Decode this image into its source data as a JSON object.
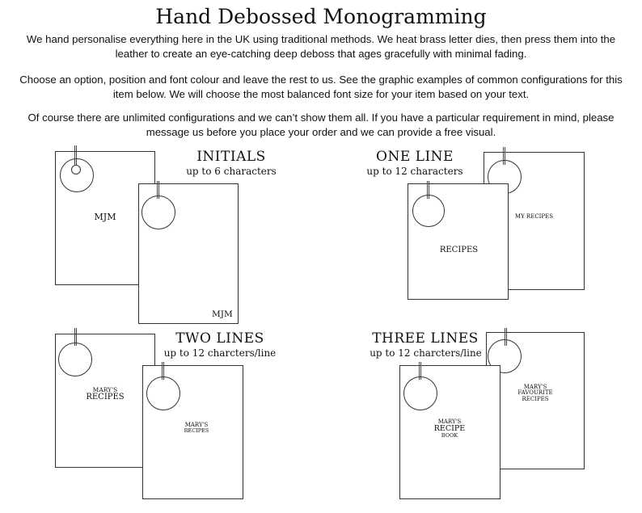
{
  "header": {
    "title": "Hand Debossed Monogramming",
    "para1": "We hand personalise everything here in the UK using traditional methods. We heat brass letter dies, then press them into the leather to create an eye-catching deep deboss that ages gracefully with minimal fading.",
    "para2": "Choose an option, position and font colour and leave the rest to us. See the graphic examples of common configurations for this item below. We will choose the most balanced font size for your item based on your text.",
    "para3": "Of course there are unlimited configurations and we can’t show them all. If you have a particular requirement in mind, please message  us before you place your order and we can provide a free visual."
  },
  "sections": {
    "initials": {
      "title": "INITIALS",
      "subtitle": "up to 6 characters",
      "card_back_text": "MJM",
      "card_front_text": "MJM"
    },
    "one_line": {
      "title": "ONE LINE",
      "subtitle": "up to 12 characters",
      "card_back_text": "MY RECIPES",
      "card_front_text": "RECIPES"
    },
    "two_lines": {
      "title": "TWO LINES",
      "subtitle": "up to 12 charcters/line",
      "card_back_line1": "MARY'S",
      "card_back_line2": "RECIPES",
      "card_front_line1": "MARY'S",
      "card_front_line2": "RECIPES"
    },
    "three_lines": {
      "title": "THREE LINES",
      "subtitle": "up to 12 charcters/line",
      "card_back_line1": "MARY'S",
      "card_back_line2": "FAVOURITE",
      "card_back_line3": "RECIPES",
      "card_front_line1": "MARY'S",
      "card_front_line2": "RECIPE",
      "card_front_line3": "BOOK"
    }
  }
}
